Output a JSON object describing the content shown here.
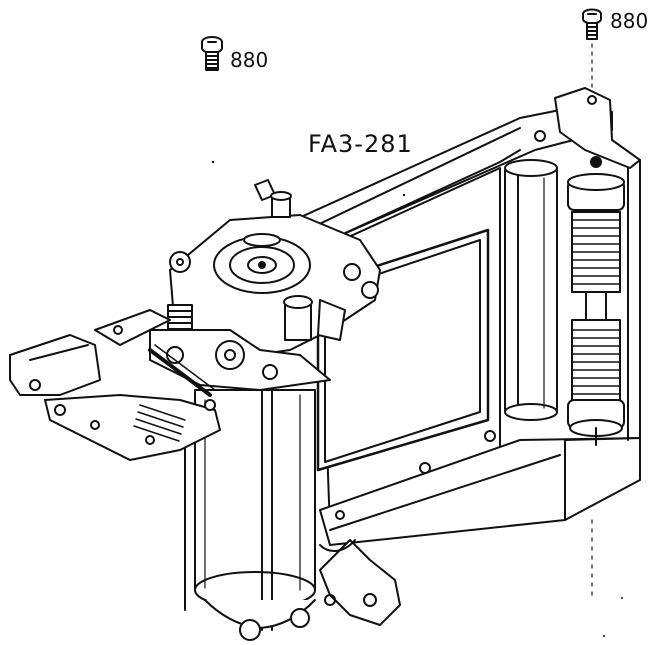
{
  "diagram": {
    "part_label": "FA3-281",
    "callouts": [
      {
        "id": "screw-left",
        "text": "880"
      },
      {
        "id": "screw-right",
        "text": "880"
      }
    ],
    "colors": {
      "line": "#111111",
      "paper": "#ffffff"
    }
  }
}
